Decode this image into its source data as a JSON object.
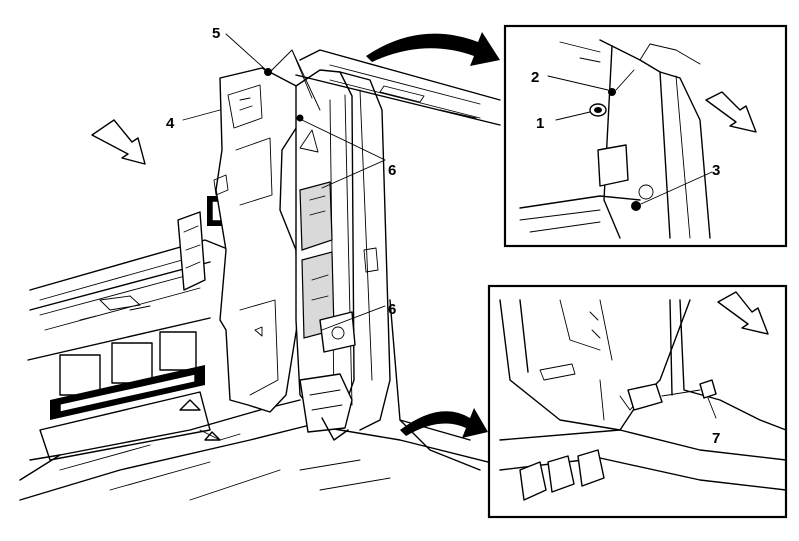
{
  "callouts": {
    "c1": "1",
    "c2": "2",
    "c3": "3",
    "c4": "4",
    "c5": "5",
    "c6a": "6",
    "c6b": "6",
    "c7": "7"
  },
  "colors": {
    "line": "#000000",
    "background": "#ffffff",
    "shade": "#d9d9d9"
  }
}
